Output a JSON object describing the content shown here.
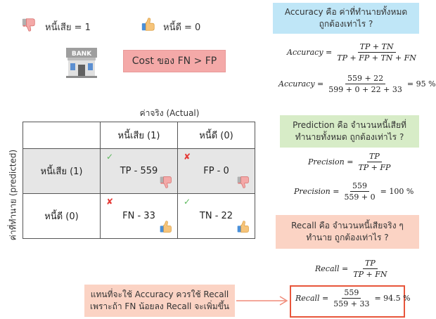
{
  "legend": {
    "bad_debt_label": "หนี้เสีย = 1",
    "good_debt_label": "หนี้ดี = 0",
    "bad_icon": "thumbs-down-icon",
    "good_icon": "thumbs-up-icon"
  },
  "bank": {
    "sign": "BANK"
  },
  "cost_label": "Cost ของ FN > FP",
  "matrix": {
    "actual_label": "ค่าจริง (Actual)",
    "predicted_label": "ค่าที่ทำนาย (predicted)",
    "col_headers": [
      "หนี้เสีย (1)",
      "หนี้ดี (0)"
    ],
    "row_headers": [
      "หนี้เสีย (1)",
      "หนี้ดี (0)"
    ],
    "cells": [
      {
        "text": "TP - 559",
        "mark": "check",
        "icon": "thumbs-down-icon"
      },
      {
        "text": "FP - 0",
        "mark": "cross",
        "icon": "thumbs-down-icon"
      },
      {
        "text": "FN - 33",
        "mark": "cross",
        "icon": "thumbs-up-icon"
      },
      {
        "text": "TN - 22",
        "mark": "check",
        "icon": "thumbs-up-icon"
      }
    ]
  },
  "accuracy": {
    "title_line1": "Accuracy คือ ค่าที่ทำนายทั้งหมด",
    "title_line2": "ถูกต้องเท่าไร ?",
    "lhs": "Accuracy",
    "numerator": "TP + TN",
    "denominator": "TP + FP + TN + FN",
    "calc_numerator": "559 + 22",
    "calc_denominator": "599 + 0 + 22 + 33",
    "result": "= 95 %"
  },
  "precision": {
    "title_line1": "Prediction คือ จำนวนหนี้เสียที่",
    "title_line2": "ทำนายทั้งหมด ถูกต้องเท่าไร ?",
    "lhs": "Precision",
    "numerator": "TP",
    "denominator": "TP + FP",
    "calc_numerator": "559",
    "calc_denominator": "559 + 0",
    "result": "= 100 %"
  },
  "recall": {
    "title_line1": "Recall คือ จำนวนหนี้เสียจริง ๆ",
    "title_line2": "ทำนาย ถูกต้องเท่าไร ?",
    "lhs": "Recall",
    "numerator": "TP",
    "denominator": "TP + FN",
    "calc_numerator": "559",
    "calc_denominator": "559 + 33",
    "result": "= 94.5 %"
  },
  "note": {
    "line1": "แทนที่จะใช้ Accuracy ควรใช้ Recall",
    "line2": "เพราะถ้า FN น้อยลง Recall จะเพิ่มขึ้น"
  },
  "colors": {
    "accuracy_bg": "#bfe6f7",
    "precision_bg": "#d7ecc7",
    "recall_bg": "#fbd3c4",
    "highlight_border": "#e8553a",
    "arrow": "#f08a78"
  }
}
